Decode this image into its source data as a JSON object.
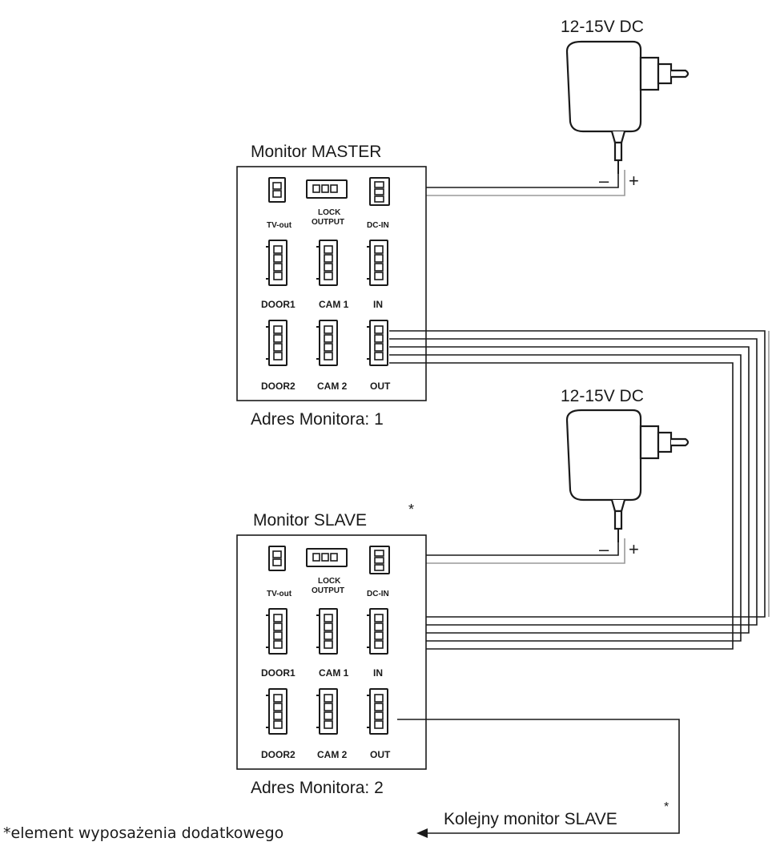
{
  "power": {
    "voltage_label": "12-15V DC",
    "minus": "–",
    "plus": "+"
  },
  "master": {
    "title": "Monitor MASTER",
    "address": "Adres Monitora: 1"
  },
  "slave": {
    "title": "Monitor SLAVE",
    "asterisk": "*",
    "address": "Adres Monitora: 2"
  },
  "ports": {
    "tv_out": "TV-out",
    "lock_line1": "LOCK",
    "lock_line2": "OUTPUT",
    "dc_in": "DC-IN",
    "door1": "DOOR1",
    "cam1": "CAM 1",
    "in": "IN",
    "door2": "DOOR2",
    "cam2": "CAM 2",
    "out": "OUT"
  },
  "next_slave": {
    "label": "Kolejny monitor SLAVE",
    "asterisk": "*"
  },
  "footnote": "*element wyposażenia dodatkowego",
  "colors": {
    "line": "#1a1a1a",
    "grey_wire": "#9a9a9a",
    "background": "#ffffff"
  }
}
